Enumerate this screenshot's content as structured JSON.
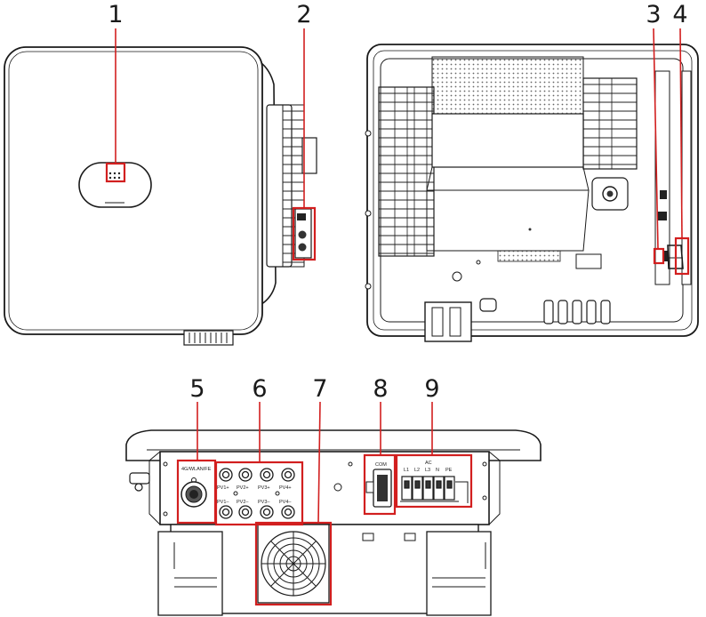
{
  "callouts": [
    "1",
    "2",
    "3",
    "4",
    "5",
    "6",
    "7",
    "8",
    "9"
  ],
  "ports": {
    "port5_label": "4G/WLAN/FE",
    "pv_top": [
      "PV1+",
      "PV2+",
      "PV3+",
      "PV4+"
    ],
    "pv_bottom": [
      "PV1–",
      "PV2–",
      "PV3–",
      "PV4–"
    ],
    "com_label": "COM",
    "ac_label": "AC",
    "ac_terminals": [
      "L1",
      "L2",
      "L3",
      "N",
      "PE"
    ]
  }
}
